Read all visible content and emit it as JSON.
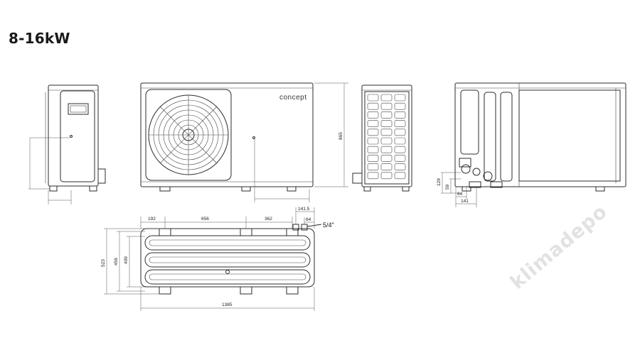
{
  "title": "8-16kW",
  "brand": "concept",
  "watermark": "klimadepo",
  "pipe_label": "5/4\"",
  "dims": {
    "height": "865",
    "d192": "192",
    "d656": "656",
    "d362": "362",
    "d141_5": "141.5",
    "d64_top": "64",
    "d523": "523",
    "d456": "456",
    "d409": "409",
    "d1385": "1385",
    "d129": "129",
    "d59": "59",
    "d64_side": "64",
    "d141": "141"
  },
  "colors": {
    "line": "#2b2b2b",
    "watermark": "#e2e2e2"
  }
}
